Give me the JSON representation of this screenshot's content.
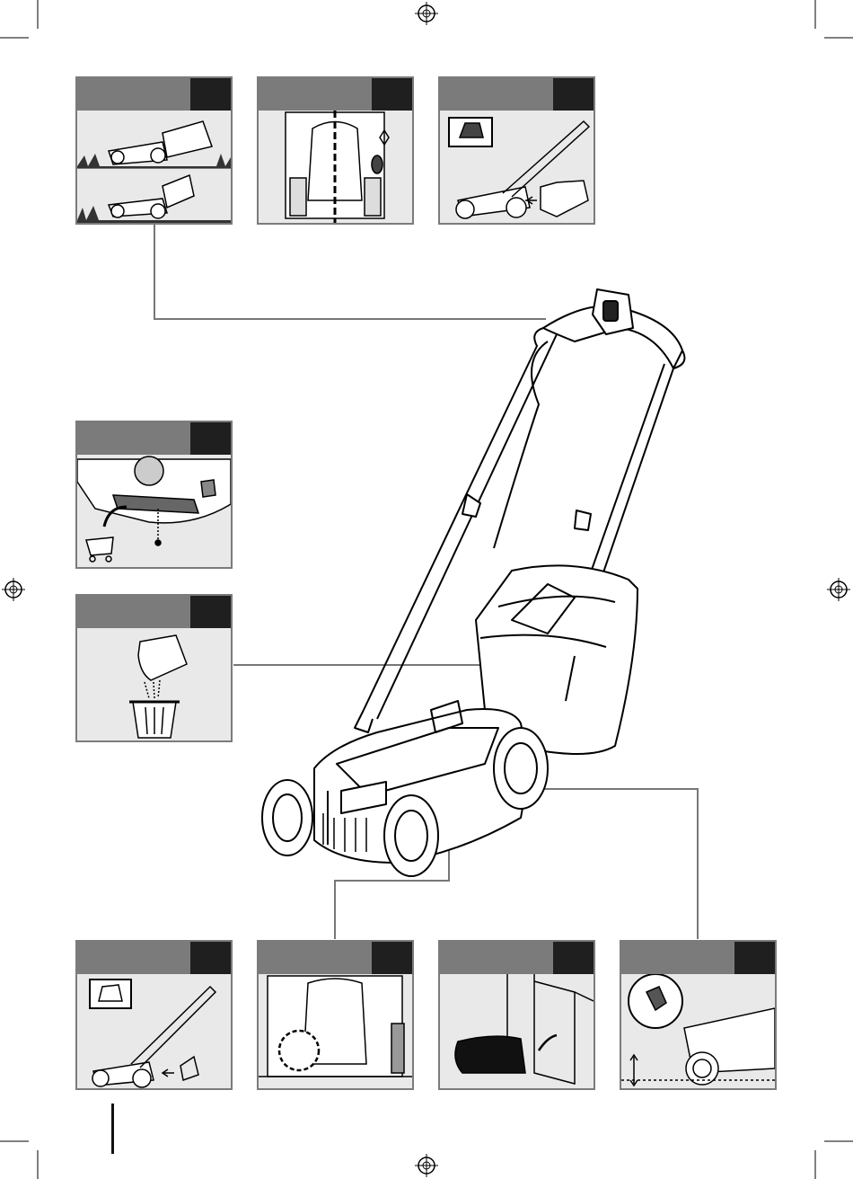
{
  "colors": {
    "header": "#7b7b7b",
    "header_block": "#1f1f1f",
    "panel_bg": "#e9e9e9",
    "line": "#000000"
  },
  "panels": [
    {
      "id": "mow-heights",
      "icon": "grass-height-icon"
    },
    {
      "id": "safety-check",
      "icon": "lawnmower-underside-icon"
    },
    {
      "id": "attach-grass-box",
      "icon": "grass-box-icon"
    },
    {
      "id": "blade-replace",
      "icon": "blade-icon"
    },
    {
      "id": "empty-grass-box",
      "icon": "bin-icon"
    },
    {
      "id": "remove-grass-box",
      "icon": "grass-box-icon"
    },
    {
      "id": "cleaning-underside",
      "icon": "underside-icon"
    },
    {
      "id": "storage",
      "icon": "storage-icon"
    },
    {
      "id": "cutting-height",
      "icon": "height-adjust-icon"
    }
  ]
}
